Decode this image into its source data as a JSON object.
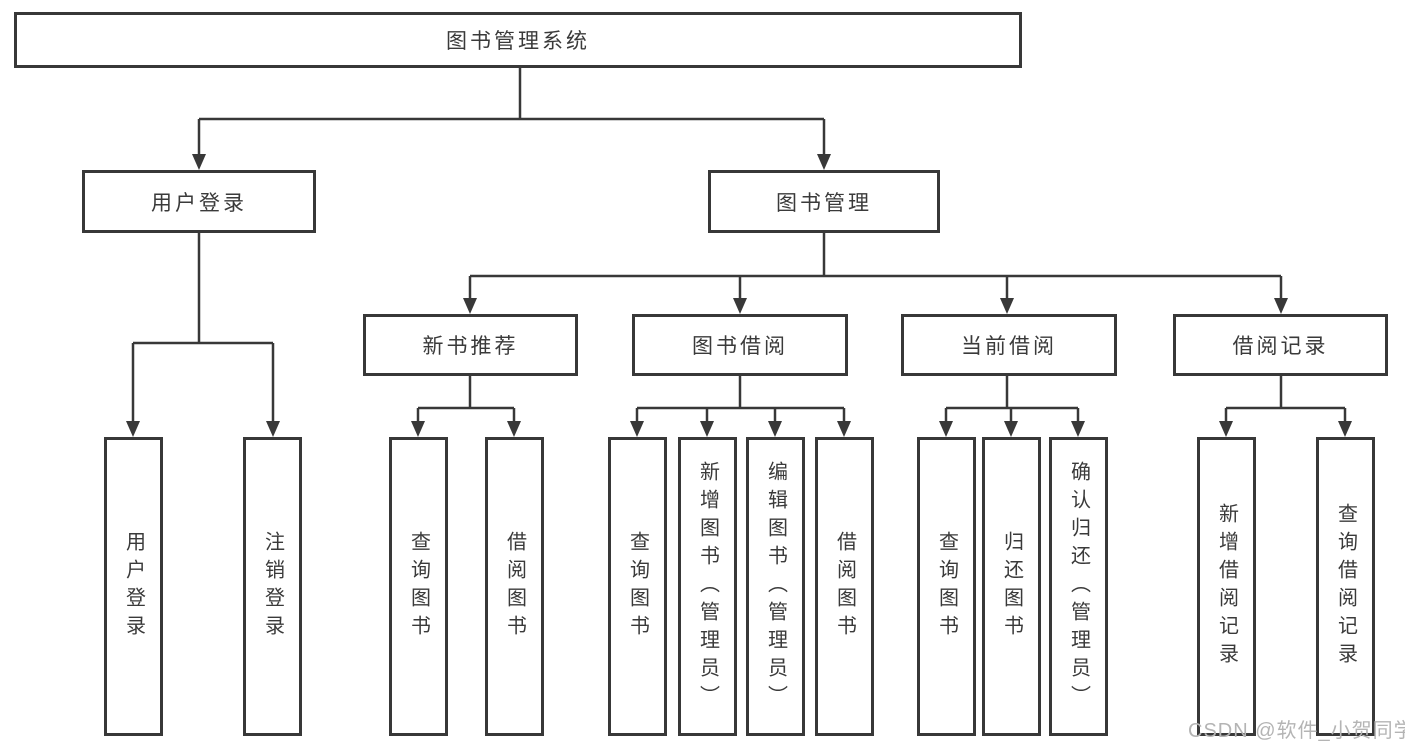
{
  "tree": {
    "root": {
      "label": "图书管理系统"
    },
    "children": [
      {
        "label": "用户登录",
        "children": [
          {
            "label": "用户登录"
          },
          {
            "label": "注销登录"
          }
        ]
      },
      {
        "label": "图书管理",
        "children": [
          {
            "label": "新书推荐",
            "children": [
              {
                "label": "查询图书"
              },
              {
                "label": "借阅图书"
              }
            ]
          },
          {
            "label": "图书借阅",
            "children": [
              {
                "label": "查询图书"
              },
              {
                "label": "新增图书（管理员）"
              },
              {
                "label": "编辑图书（管理员）"
              },
              {
                "label": "借阅图书"
              }
            ]
          },
          {
            "label": "当前借阅",
            "children": [
              {
                "label": "查询图书"
              },
              {
                "label": "归还图书"
              },
              {
                "label": "确认归还（管理员）"
              }
            ]
          },
          {
            "label": "借阅记录",
            "children": [
              {
                "label": "新增借阅记录"
              },
              {
                "label": "查询借阅记录"
              }
            ]
          }
        ]
      }
    ]
  },
  "watermark": {
    "text": "CSDN @软件_小贺同学"
  },
  "colors": {
    "line": "#383838",
    "text": "#3a3a3a",
    "watermark": "#b4b4b4",
    "background": "#ffffff"
  }
}
